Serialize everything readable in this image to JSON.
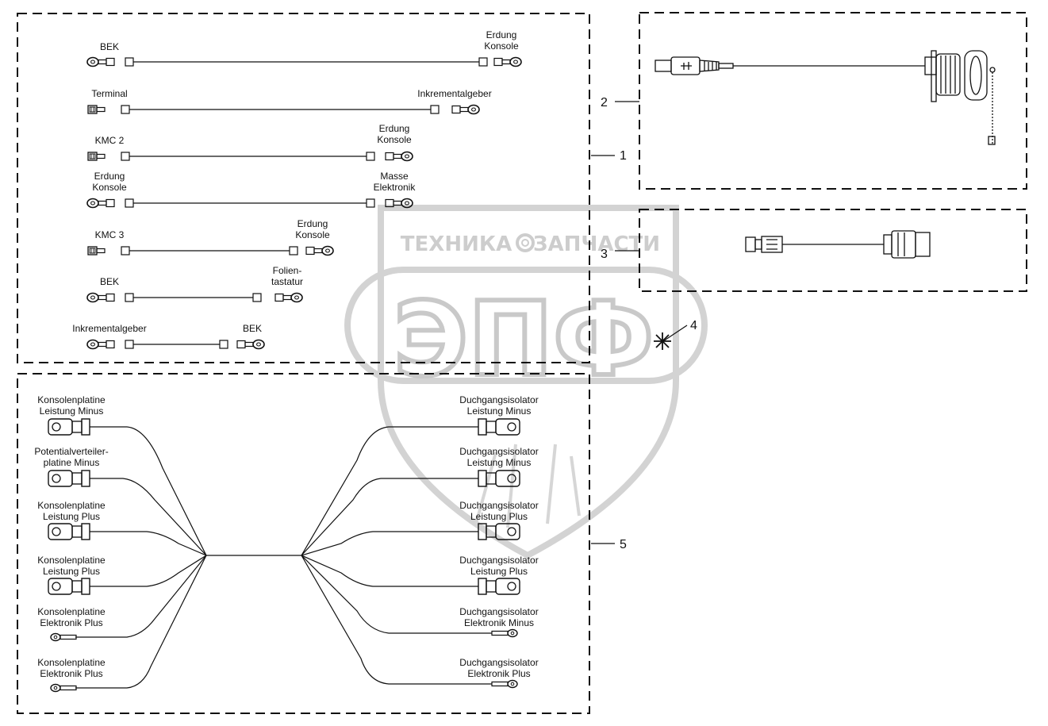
{
  "callouts": {
    "c1": "1",
    "c2": "2",
    "c3": "3",
    "c4": "4",
    "c5": "5"
  },
  "watermark": {
    "line1_left": "ТЕХНИКА",
    "line1_right": "ЗАПЧАСТИ",
    "big": "ЭПФ"
  },
  "group1": {
    "row1": {
      "left": "BEK",
      "right_1": "Erdung",
      "right_2": "Konsole"
    },
    "row2": {
      "left": "Terminal",
      "right": "Inkrementalgeber"
    },
    "row3": {
      "left": "KMC 2",
      "right_1": "Erdung",
      "right_2": "Konsole"
    },
    "row4": {
      "left_1": "Erdung",
      "left_2": "Konsole",
      "right_1": "Masse",
      "right_2": "Elektronik"
    },
    "row5": {
      "left": "KMC 3",
      "right_1": "Erdung",
      "right_2": "Konsole"
    },
    "row6": {
      "left": "BEK",
      "right_1": "Folien-",
      "right_2": "tastatur"
    },
    "row7": {
      "left": "Inkrementalgeber",
      "right": "BEK"
    }
  },
  "group5": {
    "left": [
      {
        "l1": "Konsolenplatine",
        "l2": "Leistung Minus"
      },
      {
        "l1": "Potentialverteiler-",
        "l2": "platine Minus"
      },
      {
        "l1": "Konsolenplatine",
        "l2": "Leistung Plus"
      },
      {
        "l1": "Konsolenplatine",
        "l2": "Leistung Plus"
      },
      {
        "l1": "Konsolenplatine",
        "l2": "Elektronik Plus"
      },
      {
        "l1": "Konsolenplatine",
        "l2": "Elektronik Plus"
      }
    ],
    "right": [
      {
        "l1": "Duchgangsisolator",
        "l2": "Leistung Minus"
      },
      {
        "l1": "Duchgangsisolator",
        "l2": "Leistung Minus"
      },
      {
        "l1": "Duchgangsisolator",
        "l2": "Leistung Plus"
      },
      {
        "l1": "Duchgangsisolator",
        "l2": "Leistung Plus"
      },
      {
        "l1": "Duchgangsisolator",
        "l2": "Elektronik Minus"
      },
      {
        "l1": "Duchgangsisolator",
        "l2": "Elektronik Plus"
      }
    ]
  }
}
